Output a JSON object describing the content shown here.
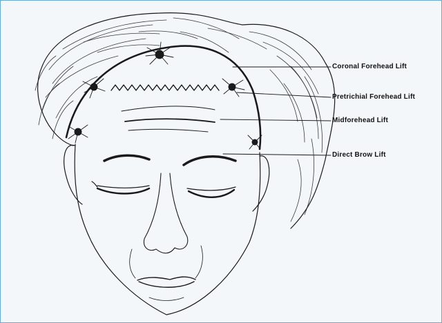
{
  "labels": {
    "coronal": "Coronal Forehead Lift",
    "pretrichial": "Pretrichial Forehead Lift",
    "midforehead": "Midforehead Lift",
    "direct_brow": "Direct Brow Lift"
  },
  "colors": {
    "ink": "#1a1a1a",
    "frame": "#6fa8c9",
    "background": "#f4f7fa"
  }
}
